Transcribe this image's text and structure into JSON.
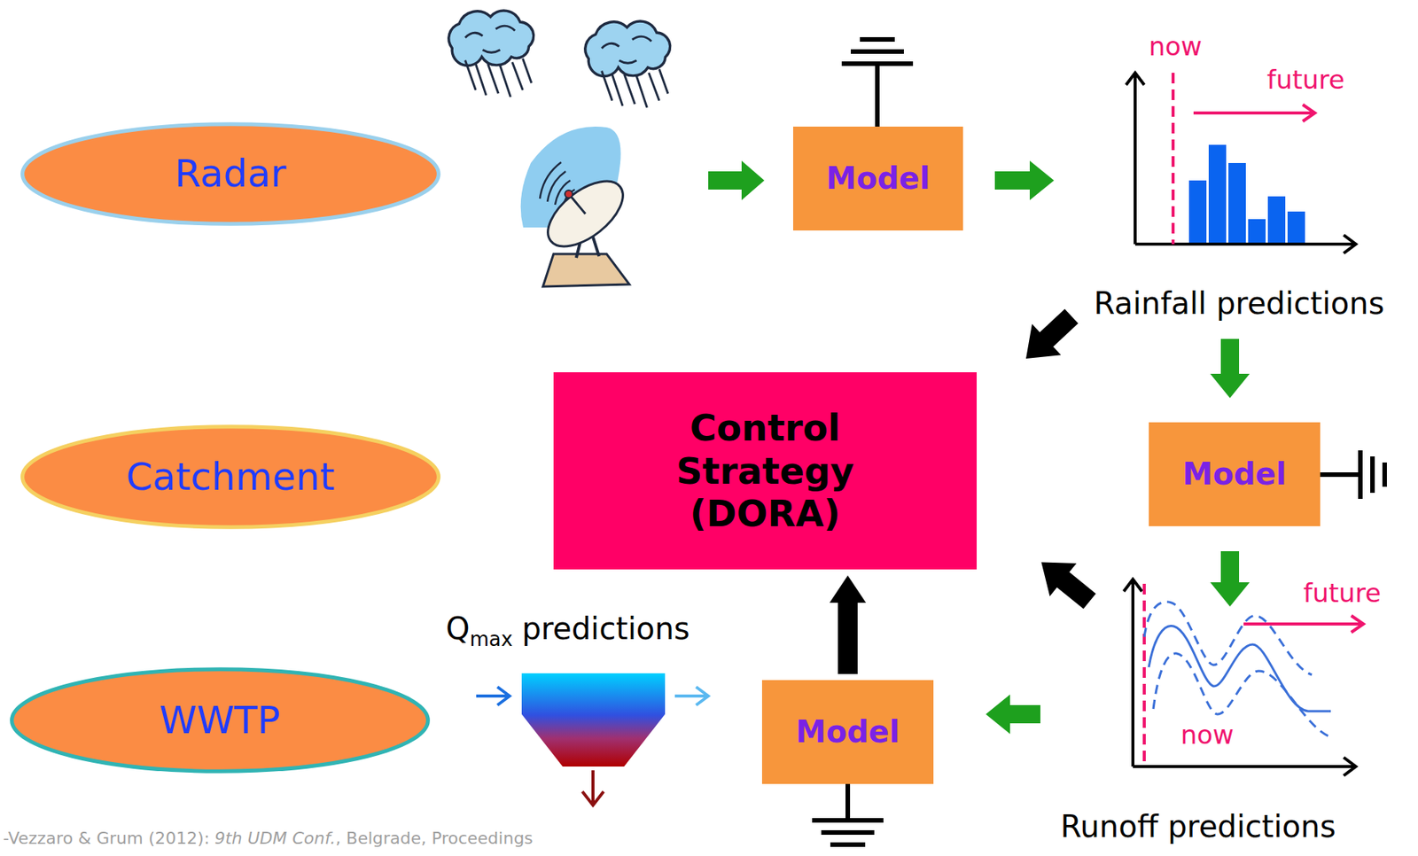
{
  "diagram": {
    "nodes": [
      {
        "text": [
          "Radar"
        ]
      },
      {
        "text": [
          "Model"
        ]
      },
      {
        "text": [
          "Control Strategy (DORA)"
        ]
      },
      {
        "text": [
          "Model"
        ]
      },
      {
        "text": [
          "Catchment"
        ]
      },
      {
        "text": [
          "WWTP"
        ]
      },
      {
        "text": [
          "Model"
        ]
      }
    ],
    "edges": [
      {
        "from": 6,
        "to": 2,
        "arrow": "to"
      }
    ],
    "labels": [
      "now",
      "future",
      "Rainfall predictions",
      "future",
      "now",
      "Runoff predictions",
      "Q",
      "max",
      "predictions",
      "-Vezzaro & Grum (2012):",
      "9th UDM Conf.",
      ", Belgrade, Proceedings"
    ]
  }
}
